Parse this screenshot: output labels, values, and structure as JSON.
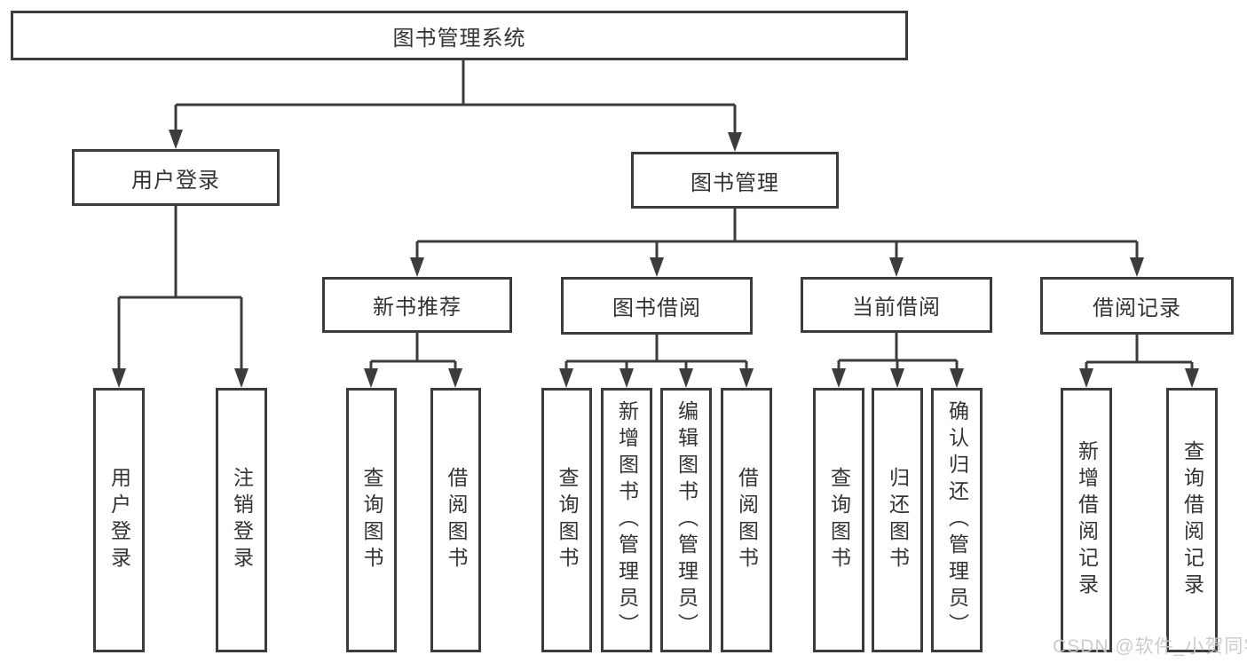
{
  "tree": {
    "root": {
      "label": "图书管理系统"
    },
    "branches": [
      {
        "label": "用户登录",
        "leaves": [
          "用户登录",
          "注销登录"
        ]
      },
      {
        "label": "图书管理",
        "groups": [
          {
            "label": "新书推荐",
            "leaves": [
              "查询图书",
              "借阅图书"
            ]
          },
          {
            "label": "图书借阅",
            "leaves": [
              "查询图书",
              "新增图书（管理员）",
              "编辑图书（管理员）",
              "借阅图书"
            ]
          },
          {
            "label": "当前借阅",
            "leaves": [
              "查询图书",
              "归还图书",
              "确认归还（管理员）"
            ]
          },
          {
            "label": "借阅记录",
            "leaves": [
              "新增借阅记录",
              "查询借阅记录"
            ]
          }
        ]
      }
    ]
  },
  "watermark": "CSDN @软件_小贺同学",
  "colors": {
    "line": "#3c3c3c",
    "box_border": "#3c3c3c",
    "text": "#333333",
    "background": "#ffffff",
    "watermark": "#c8c8c8"
  }
}
